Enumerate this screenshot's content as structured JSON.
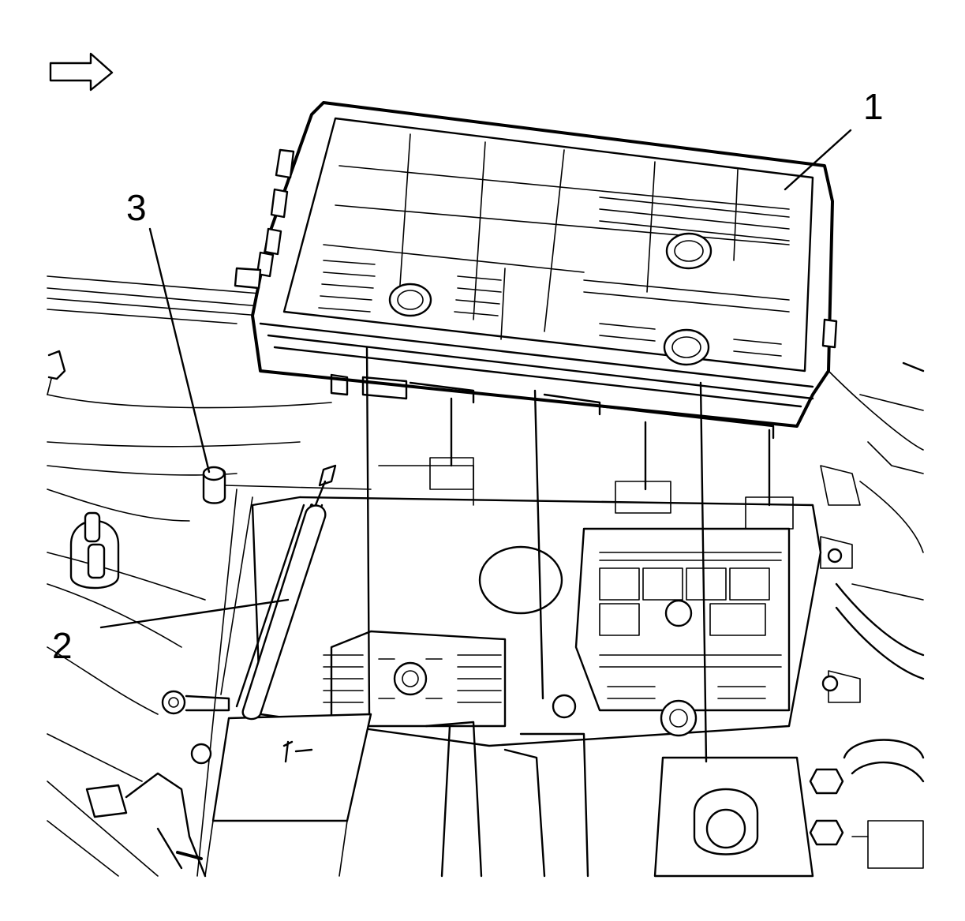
{
  "callouts": [
    {
      "id": "1",
      "label": "1"
    },
    {
      "id": "2",
      "label": "2"
    },
    {
      "id": "3",
      "label": "3"
    }
  ],
  "icons": {
    "direction": "hollow-arrow-right-icon"
  },
  "colors": {
    "line": "#000000",
    "background": "#ffffff"
  }
}
